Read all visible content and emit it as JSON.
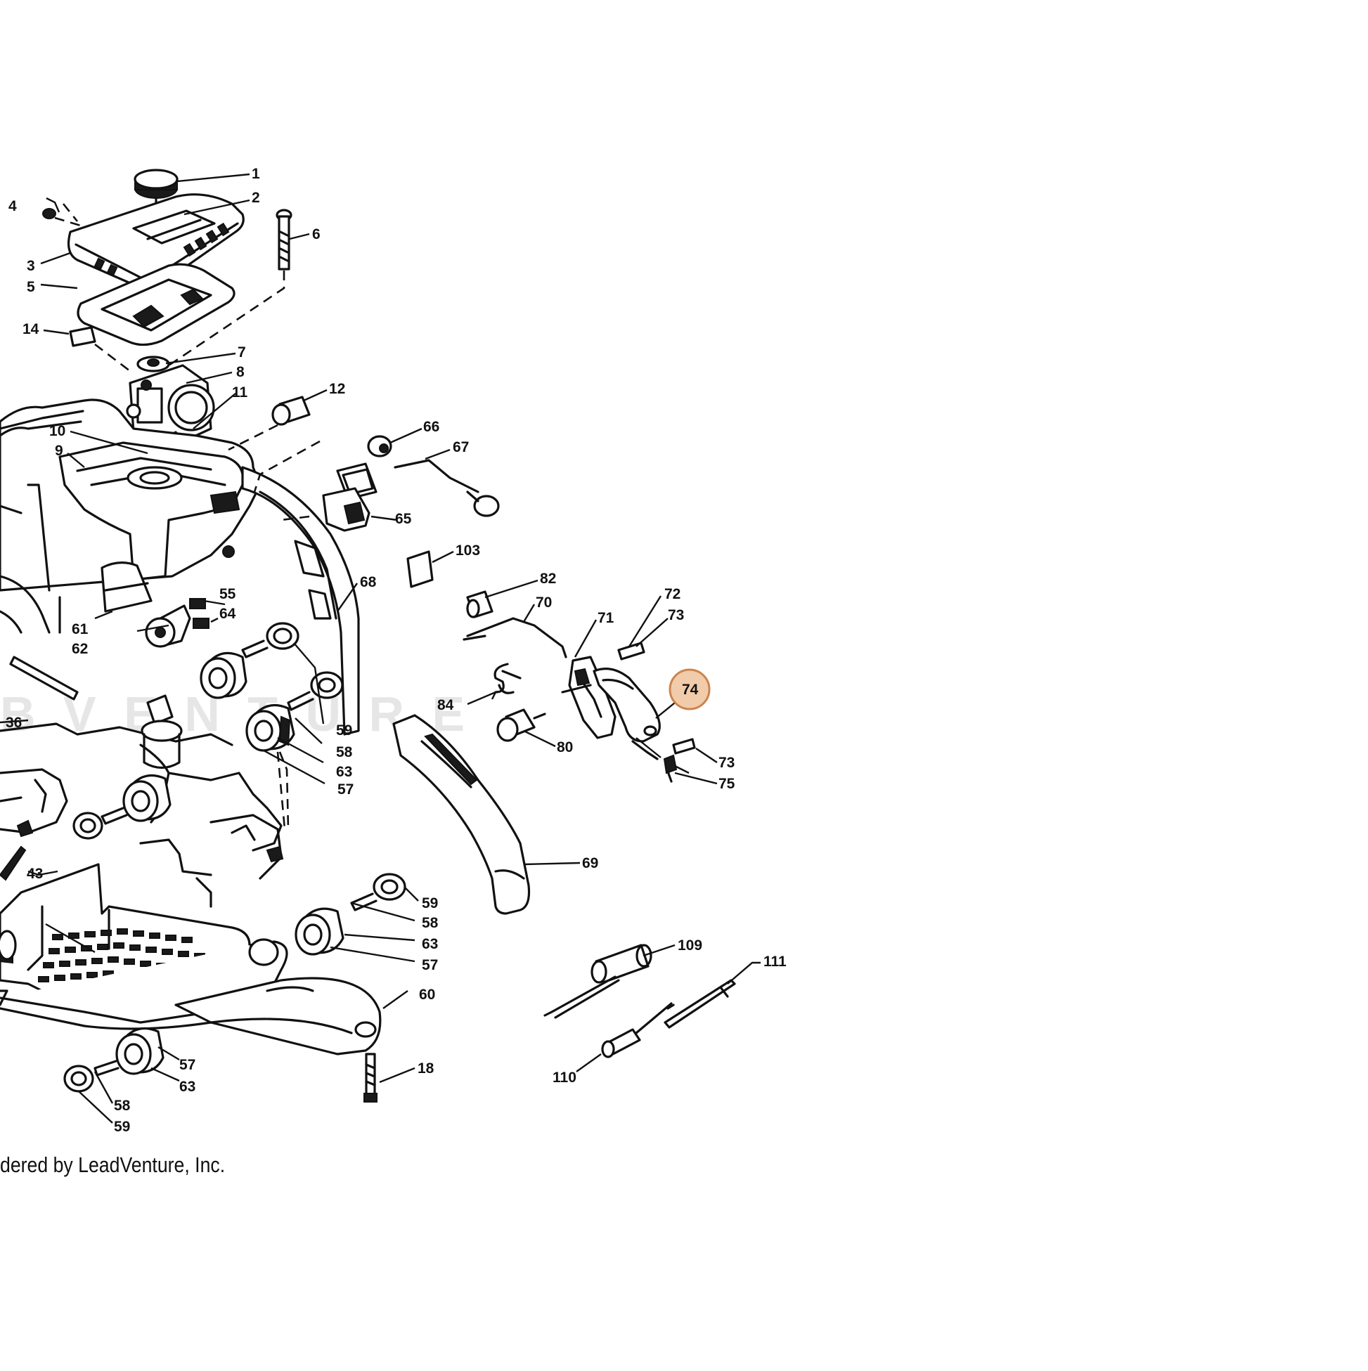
{
  "diagram": {
    "highlight_color": "#f0c8a4",
    "highlighted_callout": "74",
    "watermark": "",
    "callouts": [
      "1",
      "2",
      "3",
      "4",
      "5",
      "6",
      "7",
      "8",
      "9",
      "10",
      "11",
      "12",
      "14",
      "18",
      "36",
      "43",
      "55",
      "57",
      "58",
      "59",
      "60",
      "61",
      "62",
      "63",
      "64",
      "65",
      "66",
      "67",
      "68",
      "69",
      "70",
      "71",
      "72",
      "73",
      "74",
      "75",
      "80",
      "82",
      "84",
      "103",
      "109",
      "110",
      "111"
    ]
  },
  "footer": {
    "text": "dered by LeadVenture, Inc."
  }
}
